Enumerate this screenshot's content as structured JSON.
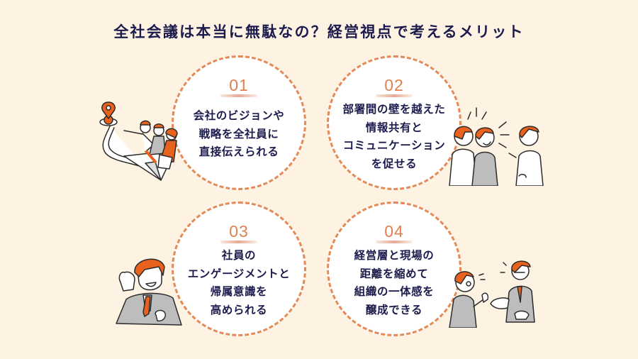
{
  "title": "全社会議は本当に無駄なの？経営視点で考えるメリット",
  "colors": {
    "background": "#FEF3E2",
    "circle_fill": "#FFFFFF",
    "circle_border": "#E58A57",
    "number": "#E08050",
    "text": "#1C1B4D",
    "accent_orange": "#E8621E",
    "suit_gray": "#BDBDBD"
  },
  "merits": [
    {
      "number": "01",
      "lines": [
        "会社のビジョンや",
        "戦略を全社員に",
        "直接伝えられる"
      ],
      "illustration": "people-riding-paper-plane-toward-map-pin"
    },
    {
      "number": "02",
      "lines": [
        "部署間の壁を越えた",
        "情報共有と",
        "コミュニケーション",
        "を促せる"
      ],
      "illustration": "coworkers-talking"
    },
    {
      "number": "03",
      "lines": [
        "社員の",
        "エンゲージメントと",
        "帰属意識を",
        "高められる"
      ],
      "illustration": "motivated-businessman-fist"
    },
    {
      "number": "04",
      "lines": [
        "経営層と現場の",
        "距離を縮めて",
        "組織の一体感を",
        "醸成できる"
      ],
      "illustration": "manager-and-staff-handshake"
    }
  ]
}
